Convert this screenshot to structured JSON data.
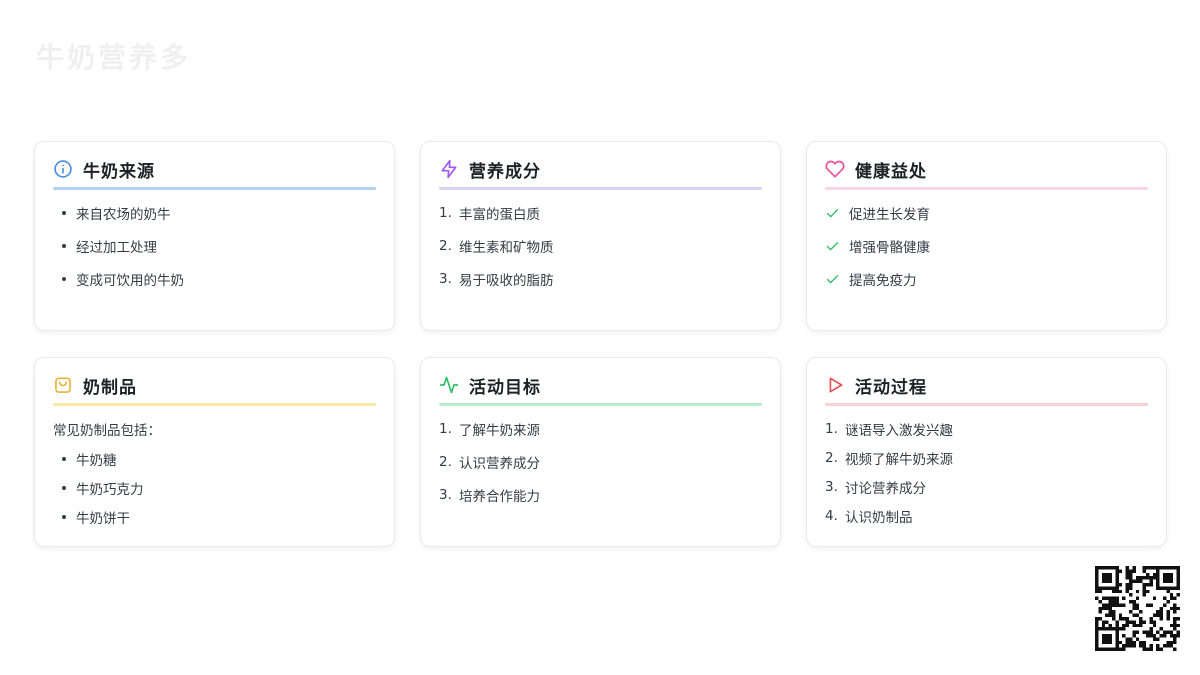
{
  "page": {
    "title": "牛奶营养多",
    "background": "#ffffff",
    "title_color": "#f0f0f0"
  },
  "cards": [
    {
      "id": "milk-source",
      "icon": "info-icon",
      "accent": "#4a8fe2",
      "underline": "#b3d2f2",
      "title": "牛奶来源",
      "list_style": "bullet",
      "items": [
        "来自农场的奶牛",
        "经过加工处理",
        "变成可饮用的牛奶"
      ]
    },
    {
      "id": "nutrition-components",
      "icon": "zap-icon",
      "accent": "#a158f0",
      "underline": "#dbd0f8",
      "title": "营养成分",
      "list_style": "number",
      "items": [
        "丰富的蛋白质",
        "维生素和矿物质",
        "易于吸收的脂肪"
      ]
    },
    {
      "id": "health-benefits",
      "icon": "heart-icon",
      "accent": "#ed4f99",
      "underline": "#f8d6e8",
      "title": "健康益处",
      "list_style": "check",
      "check_color": "#2ebd62",
      "items": [
        "促进生长发育",
        "增强骨骼健康",
        "提高免疫力"
      ]
    },
    {
      "id": "dairy-products",
      "icon": "bag-icon",
      "accent": "#e8b43c",
      "underline": "#f7e9a2",
      "title": "奶制品",
      "intro": "常见奶制品包括：",
      "list_style": "bullet",
      "items": [
        "牛奶糖",
        "牛奶巧克力",
        "牛奶饼干"
      ]
    },
    {
      "id": "activity-goals",
      "icon": "activity-icon",
      "accent": "#2ebd62",
      "underline": "#bce9cc",
      "title": "活动目标",
      "list_style": "number",
      "items": [
        "了解牛奶来源",
        "认识营养成分",
        "培养合作能力"
      ]
    },
    {
      "id": "activity-process",
      "icon": "play-icon",
      "accent": "#e05353",
      "underline": "#f6d2d2",
      "title": "活动过程",
      "list_style": "number",
      "items": [
        "谜语导入激发兴趣",
        "视频了解牛奶来源",
        "讨论营养成分",
        "认识奶制品"
      ]
    }
  ],
  "qr_code": {
    "name": "qr-code",
    "module_color": "#111111",
    "background": "#ffffff"
  }
}
